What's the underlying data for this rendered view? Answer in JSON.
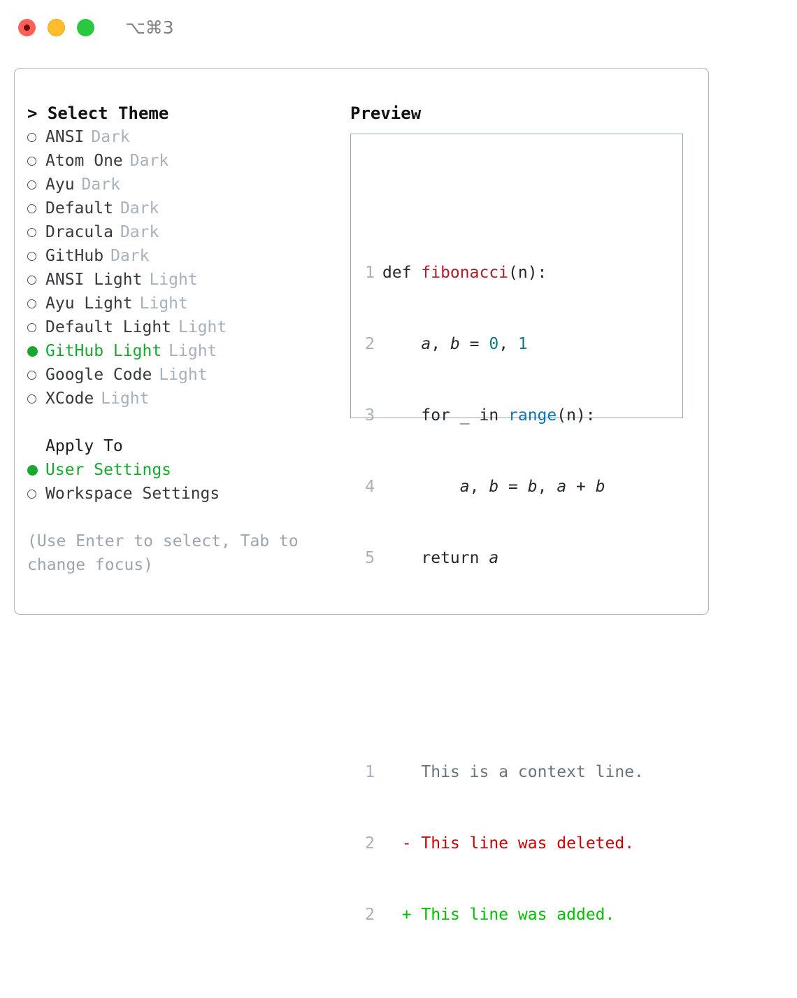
{
  "titlebar": {
    "shortcut": "⌥⌘3",
    "buttons": [
      "close",
      "minimize",
      "maximize"
    ]
  },
  "theme_picker": {
    "header": "> Select Theme",
    "items": [
      {
        "name": "ANSI",
        "tag": "Dark",
        "selected": false
      },
      {
        "name": "Atom One",
        "tag": "Dark",
        "selected": false
      },
      {
        "name": "Ayu",
        "tag": "Dark",
        "selected": false
      },
      {
        "name": "Default",
        "tag": "Dark",
        "selected": false
      },
      {
        "name": "Dracula",
        "tag": "Dark",
        "selected": false
      },
      {
        "name": "GitHub",
        "tag": "Dark",
        "selected": false
      },
      {
        "name": "ANSI Light",
        "tag": "Light",
        "selected": false
      },
      {
        "name": "Ayu Light",
        "tag": "Light",
        "selected": false
      },
      {
        "name": "Default Light",
        "tag": "Light",
        "selected": false
      },
      {
        "name": "GitHub Light",
        "tag": "Light",
        "selected": true
      },
      {
        "name": "Google Code",
        "tag": "Light",
        "selected": false
      },
      {
        "name": "XCode",
        "tag": "Light",
        "selected": false
      }
    ]
  },
  "apply_to": {
    "header": "Apply To",
    "items": [
      {
        "name": "User Settings",
        "selected": true
      },
      {
        "name": "Workspace Settings",
        "selected": false
      }
    ]
  },
  "hint": "(Use Enter to select, Tab to change focus)",
  "preview": {
    "title": "Preview",
    "code_lines": [
      {
        "no": "1",
        "text": "def fibonacci(n):"
      },
      {
        "no": "2",
        "text": "    a, b = 0, 1"
      },
      {
        "no": "3",
        "text": "    for _ in range(n):"
      },
      {
        "no": "4",
        "text": "        a, b = b, a + b"
      },
      {
        "no": "5",
        "text": "    return a"
      }
    ],
    "diff_lines": [
      {
        "no": "1",
        "sign": " ",
        "text": "This is a context line.",
        "kind": "context"
      },
      {
        "no": "2",
        "sign": "-",
        "text": "This line was deleted.",
        "kind": "deleted"
      },
      {
        "no": "2",
        "sign": "+",
        "text": "This line was added.",
        "kind": "added"
      }
    ]
  },
  "colors": {
    "selected_green": "#16a92e",
    "tag_gray": "#a7b1bd",
    "hint_gray": "#9aa5b1",
    "panel_border": "#adb5c0",
    "preview_border": "#9aa5b2",
    "lineno": "#a8b2bd",
    "code_fn": "#b31d28",
    "code_num": "#0a7d80",
    "code_builtin": "#1272b8",
    "diff_deleted": "#cc0000",
    "diff_added": "#00c000",
    "diff_context": "#6a737d",
    "traffic_red": "#ff5f57",
    "traffic_amber": "#ffbd2e",
    "traffic_green": "#28c840"
  }
}
